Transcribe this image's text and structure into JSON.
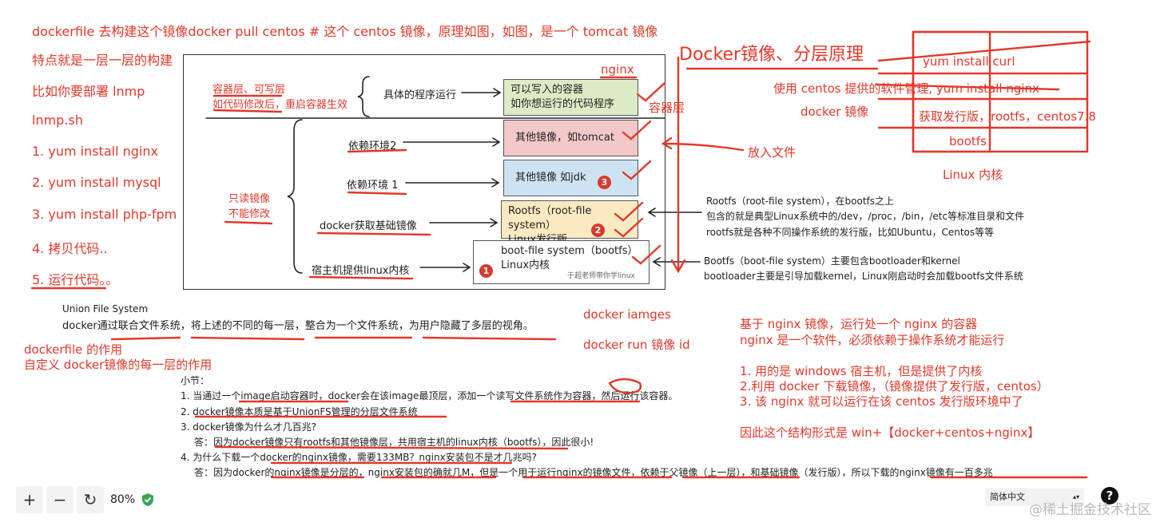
{
  "left_notes": {
    "title_line": "dockerfile 去构建这个镜像docker pull centos  # 这个 centos 镜像，原理如图，如图，是一个 tomcat 镜像",
    "feature": "特点就是一层一层的构建",
    "example": "比如你要部署 lnmp",
    "script": "lnmp.sh",
    "steps": [
      "1.  yum install nginx",
      "2. yum install mysql",
      "3. yum install php-fpm",
      "4.  拷贝代码..",
      "5. 运行代码。。"
    ]
  },
  "diagram": {
    "container_label_1": "容器层、可写层",
    "container_label_2": "如代码修改后，重启容器生效",
    "run_label": "具体的程序运行",
    "readonly_1": "只读镜像",
    "readonly_2": "不能修改",
    "dep2": "依赖环境2",
    "dep1": "依赖环境 1",
    "base": "docker获取基础镜像",
    "host": "宿主机提供linux内核",
    "layers": {
      "container_1": "可以写入的容器",
      "container_2": "如你想运行的代码程序",
      "tomcat": "其他镜像，如tomcat",
      "jdk": "其他镜像  如jdk",
      "rootfs_1": "Rootfs（root-file system）",
      "rootfs_2": "Linux发行版",
      "bootfs_1": "boot-file system（bootfs）",
      "bootfs_2": "Linux内核",
      "sign": "于超老师带你学linux"
    },
    "badges": [
      "1",
      "2",
      "3"
    ],
    "nginx": "nginx",
    "container_layer": "容器层"
  },
  "heading": "Docker镜像、分层原理",
  "top_right": {
    "yum_curl": "yum install curl",
    "centos_pkg": "使用 centos 提供的软件管理, yum install nginx",
    "docker_image": "docker 镜像",
    "get_dist": "获取发行版，rootfs，centos7.8",
    "bootfs": "bootfs",
    "kernel": "Linux 内核",
    "put_file": "放入文件"
  },
  "rootfs_desc": [
    "Rootfs（root-file system），在bootfs之上",
    "包含的就是典型Linux系统中的/dev，/proc，/bin，/etc等标准目录和文件",
    "rootfs就是各种不同操作系统的发行版，比如Ubuntu，Centos等等"
  ],
  "bootfs_desc": [
    "Bootfs（boot-file system）主要包含bootloader和kernel",
    "bootloader主要是引导加载kernel，Linux刚启动时会加载bootfs文件系统"
  ],
  "union": {
    "title": "Union File System",
    "desc": "docker通过联合文件系统，将上述的不同的每一层，整合为一个文件系统，为用户隐藏了多层的视角。"
  },
  "dockerfile_note": [
    "dockerfile 的作用",
    "自定义 docker镜像的每一层的作用"
  ],
  "mid_notes": [
    "docker iamges",
    "docker run 镜像 id"
  ],
  "right_notes": [
    "基于 nginx 镜像，运行处一个 nginx 的容器",
    "nginx 是一个软件，必须依赖于操作系统才能运行",
    "1. 用的是 windows 宿主机，但是提供了内核",
    "2.利用 docker 下载镜像，（镜像提供了发行版，centos）",
    "3. 该 nginx 就可以运行在该 centos 发行版环境中了",
    "因此这个结构形式是 win+【docker+centos+nginx】"
  ],
  "summary": {
    "title": "小节：",
    "items": [
      "1.  当通过一个image启动容器时，docker会在该image最顶层，添加一个读写文件系统作为容器，然后运行该容器。",
      "2.  docker镜像本质是基于UnionFS管理的分层文件系统",
      "3.  docker镜像为什么才几百兆?",
      "答：因为docker镜像只有rootfs和其他镜像层，共用宿主机的linux内核（bootfs），因此很小!",
      "4.  为什么下载一个docker的nginx镜像，需要133MB？nginx安装包不是才几兆吗?",
      "答：因为docker的nginx镜像是分层的，nginx安装包的确就几M，但是一个用于运行nginx的镜像文件，依赖于父镜像（上一层），和基础镜像（发行版），所以下载的nginx镜像有一百多兆"
    ]
  },
  "toolbar": {
    "zoom_in": "+",
    "zoom_out": "−",
    "reset": "↻",
    "zoom": "80%",
    "lang": "简体中文",
    "help": "?"
  },
  "watermark": "@稀土掘金技术社区",
  "colors": {
    "red": "#e2382a",
    "container": "#dcebc5",
    "tomcat": "#f2c8c8",
    "jdk": "#cde3f3",
    "rootfs": "#fbeac1",
    "bootfs": "#ffffff"
  }
}
